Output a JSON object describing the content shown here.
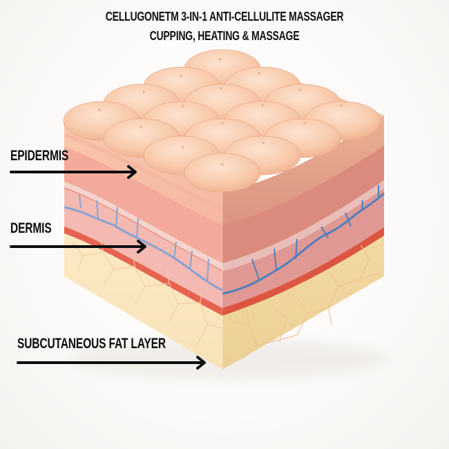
{
  "title": {
    "line1": "CELLUGONETM 3-IN-1 ANTI-CELLULITE MASSAGER",
    "line2": "CUPPING, HEATING & MASSAGE"
  },
  "labels": {
    "epidermis": "EPIDERMIS",
    "dermis": "DERMIS",
    "fat": "SUBCUTANEOUS FAT LAYER"
  },
  "colors": {
    "text": "#0d0d0d",
    "skin_top": "#f8cdb0",
    "skin_top_shadow": "#eeb392",
    "epidermis_left": "#f6b9a3",
    "epidermis_right": "#e6a18a",
    "dermis_band_left": "#f2a79a",
    "dermis_band_right": "#d98479",
    "basement_light": "#f4d2cc",
    "dermis_left": "#f3b6b0",
    "dermis_right": "#dc9592",
    "vessel_blue": "#7f9fd0",
    "vessel_blue_dark": "#4f7fbd",
    "artery_red": "#e5604e",
    "fat_left": "#fbe8c0",
    "fat_right": "#f1d79f",
    "fat_cell_line": "#f2c9a0"
  }
}
